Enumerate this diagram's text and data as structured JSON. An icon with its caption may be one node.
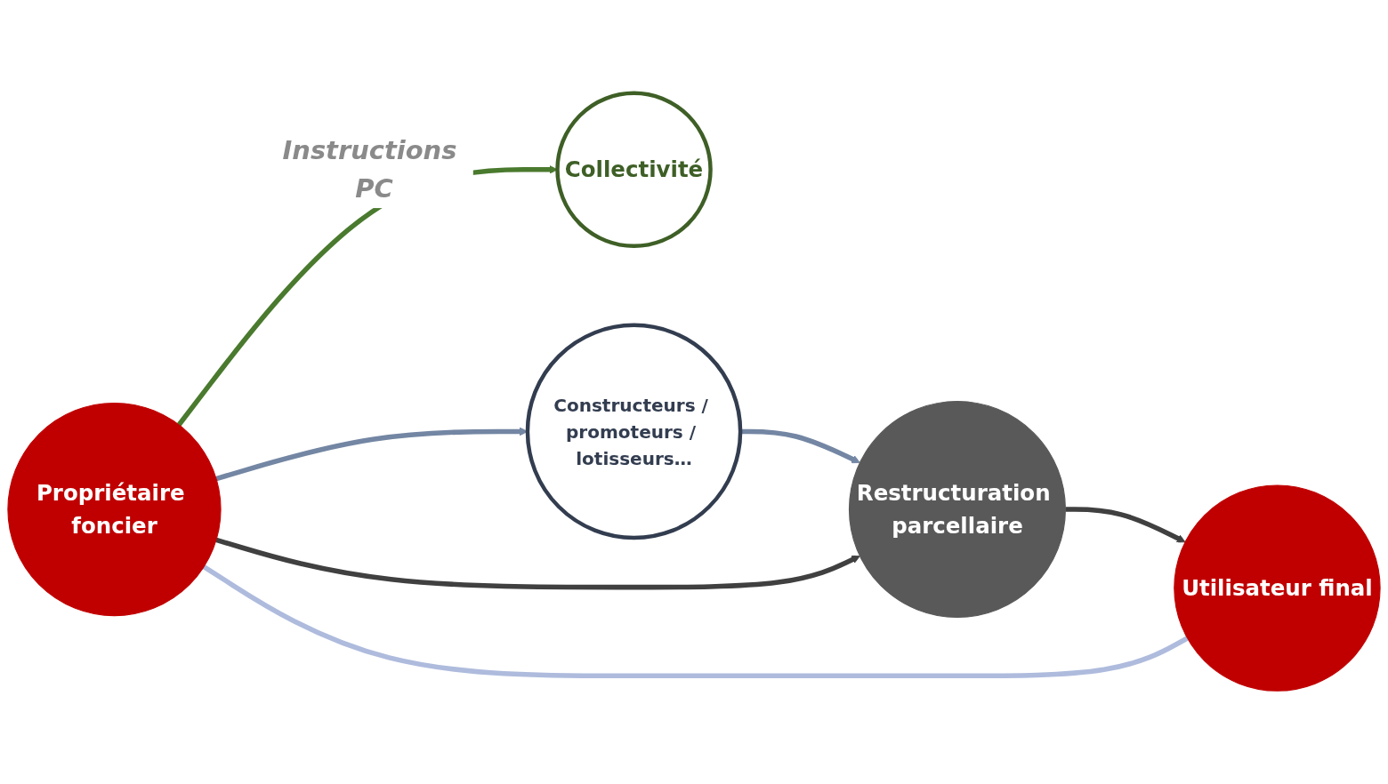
{
  "diagram": {
    "nodes": [
      {
        "text": [
          "Propriétaire foncier"
        ]
      },
      {
        "text": [
          "Collectivité"
        ]
      },
      {
        "text": [
          "Constructeurs / promoteurs / lotisseurs…"
        ]
      },
      {
        "text": [
          "Restructuration parcellaire"
        ]
      },
      {
        "text": [
          "Utilisateur final"
        ]
      }
    ],
    "edges": [
      {
        "from": 0,
        "to": 1,
        "arrow": "to",
        "label": "Instructions PC",
        "color": "#4a7a2e"
      },
      {
        "from": 0,
        "to": 2,
        "arrow": "to",
        "color": "#7386a3"
      },
      {
        "from": 2,
        "to": 3,
        "arrow": "to",
        "color": "#7386a3"
      },
      {
        "from": 0,
        "to": 3,
        "arrow": "to",
        "color": "#404040"
      },
      {
        "from": 3,
        "to": 4,
        "arrow": "to",
        "color": "#404040"
      },
      {
        "from": 4,
        "to": 0,
        "arrow": "none",
        "color": "#aebbdd"
      }
    ]
  }
}
